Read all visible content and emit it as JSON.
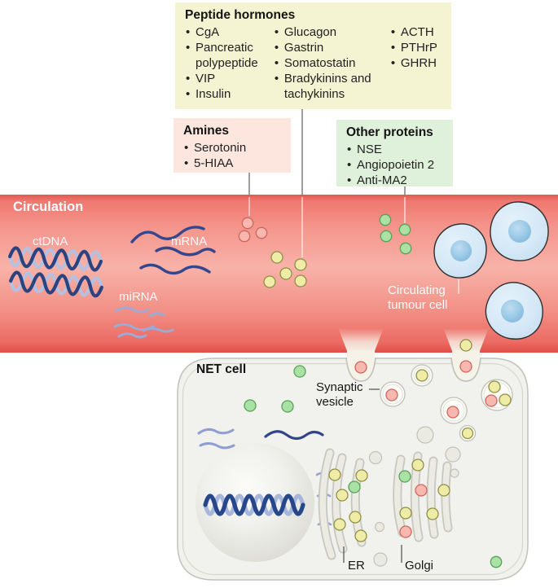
{
  "figure": {
    "boxes": {
      "peptide_hormones": {
        "title": "Peptide hormones",
        "column1": [
          "CgA",
          "Pancreatic polypeptide",
          "VIP",
          "Insulin"
        ],
        "column2": [
          "Glucagon",
          "Gastrin",
          "Somatostatin",
          "Bradykinins and tachykinins"
        ],
        "column3": [
          "ACTH",
          "PTHrP",
          "GHRH"
        ]
      },
      "amines": {
        "title": "Amines",
        "items": [
          "Serotonin",
          "5-HIAA"
        ]
      },
      "other_proteins": {
        "title": "Other proteins",
        "items": [
          "NSE",
          "Angiopoietin 2",
          "Anti-MA2"
        ]
      }
    },
    "circulation": {
      "label": "Circulation",
      "ctdna_label": "ctDNA",
      "mrna_label": "mRNA",
      "mirna_label": "miRNA",
      "ctc_label": "Circulating tumour cell"
    },
    "net_cell": {
      "label": "NET cell",
      "synaptic_vesicle_label": "Synaptic vesicle",
      "er_label": "ER",
      "golgi_label": "Golgi"
    },
    "colors": {
      "box_peptide": "#f4f3d2",
      "box_amines": "#fde6de",
      "box_other": "#e0f1db",
      "amine_molecule": "#f8b7af",
      "peptide_molecule": "#efeca7",
      "protein_molecule": "#a9e2a4",
      "vessel_top": "#ef776f",
      "vessel_mid": "#f8b2a8",
      "vessel_bottom": "#ec6c64",
      "tumour_cell_fill": "#d9ebf7",
      "tumour_nucleus": "#9ccae7",
      "net_cell_fill": "#f1f1ed"
    }
  }
}
